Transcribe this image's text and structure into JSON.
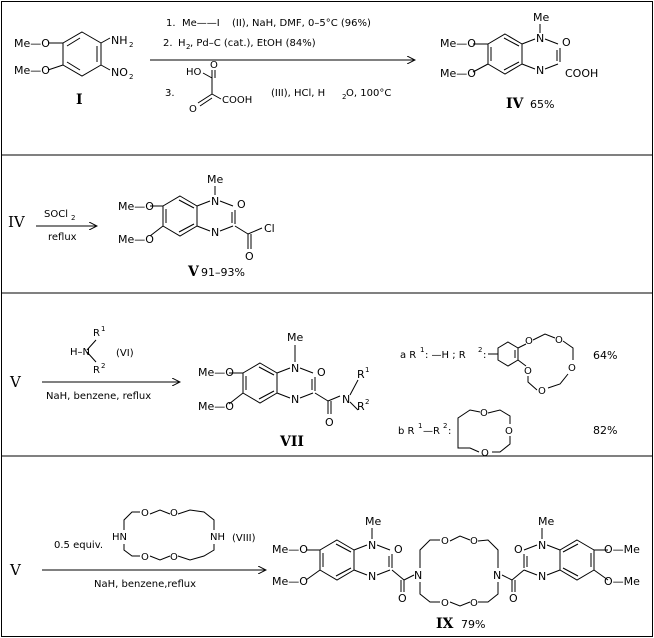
{
  "panel1": {
    "start": {
      "meo_a": "Me—O",
      "meo_b": "Me—O",
      "nh2": "NH",
      "nh2_sub": "2",
      "no2": "NO",
      "no2_sub": "2",
      "label": "I"
    },
    "conditions": {
      "step1_num": "1.",
      "step1_reagent": "Me——I",
      "step1_rest": "(II), NaH, DMF,  0–5°C (96%)",
      "step2_num": "2.",
      "step2_h": "H",
      "step2_h_sub": "2",
      "step2_rest": ", Pd–C (cat.), EtOH   (84%)",
      "step3_num": "3.",
      "step3_ho": "HO",
      "step3_cooh": "COOH",
      "step3_o1": "O",
      "step3_o2": "O",
      "step3_rest": "(III), HCl, H",
      "step3_h2o_sub": "2",
      "step3_rest2": "O, 100°C"
    },
    "product": {
      "me": "Me",
      "meo_a": "Me—O",
      "meo_b": "Me—O",
      "n1": "N",
      "n2": "N",
      "o": "O",
      "cooh": "COOH",
      "label": "IV",
      "yield": "65%"
    }
  },
  "panel2": {
    "start_label": "IV",
    "reagent": "SOCl",
    "reagent_sub": "2",
    "cond": "reflux",
    "product": {
      "me": "Me",
      "meo_a": "Me—O",
      "meo_b": "Me—O",
      "n1": "N",
      "n2": "N",
      "o1": "O",
      "o2": "O",
      "cl": "Cl",
      "label": "V",
      "yield": "91–93%"
    }
  },
  "panel3": {
    "start_label": "V",
    "amine_h": "H–N",
    "r1": "R",
    "r1_sup": "1",
    "r2": "R",
    "r2_sup": "2",
    "amine_label": "(VI)",
    "cond": "NaH,  benzene,  reflux",
    "product": {
      "me": "Me",
      "meo_a": "Me—O",
      "meo_b": "Me—O",
      "n1": "N",
      "n2": "N",
      "n3": "N",
      "o1": "O",
      "o2": "O",
      "r1": "R",
      "r1_sup": "1",
      "r2": "R",
      "r2_sup": "2",
      "label": "VII"
    },
    "opt_a": {
      "prefix": "a R",
      "p_sup": "1",
      "mid": ": —H ; R",
      "m_sup": "2",
      "colon": ":",
      "yield": "64%"
    },
    "opt_b": {
      "prefix": "b R",
      "p_sup": "1",
      "mid": "—R",
      "m_sup": "2",
      "colon": ":",
      "yield": "82%"
    },
    "crown_o": "O"
  },
  "panel4": {
    "start_label": "V",
    "equiv": "0.5 equiv.",
    "hn_left": "HN",
    "nh_right": "NH",
    "label": "(VIII)",
    "cond": "NaH,  benzene,reflux",
    "crown_o": "O",
    "product": {
      "me1": "Me",
      "me2": "Me",
      "meo_a": "Me—O",
      "meo_b": "Me—O",
      "ome_a": "O—Me",
      "ome_b": "O—Me",
      "n": "N",
      "o": "O",
      "label": "IX",
      "yield": "79%"
    }
  }
}
